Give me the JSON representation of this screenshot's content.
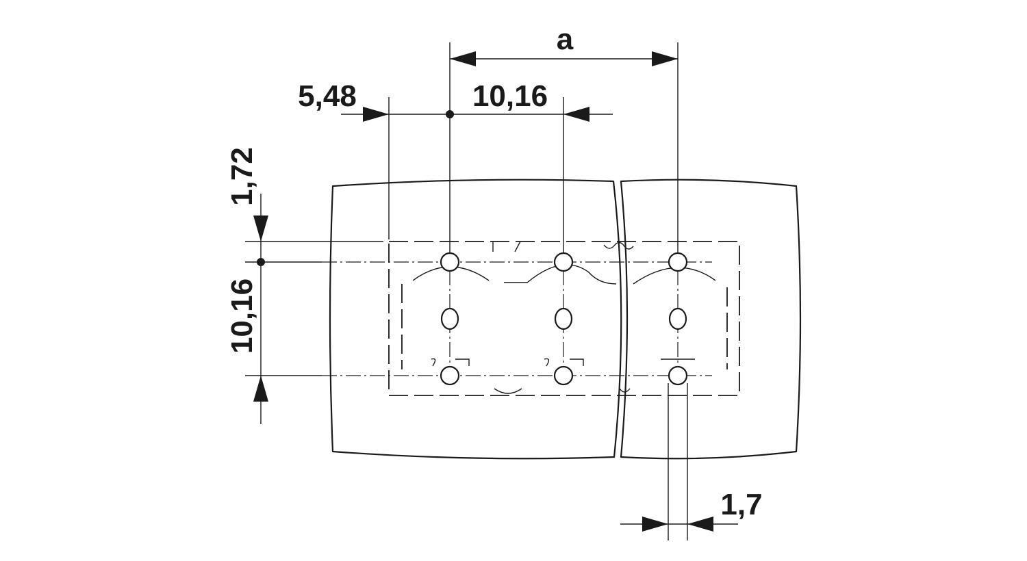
{
  "dimensions": {
    "width_a": "a",
    "offset_left": "5,48",
    "pitch_horizontal": "10,16",
    "offset_top": "1,72",
    "pitch_vertical": "10,16",
    "pin_width": "1,7"
  },
  "colors": {
    "line": "#1a1a1a",
    "background": "#ffffff"
  }
}
